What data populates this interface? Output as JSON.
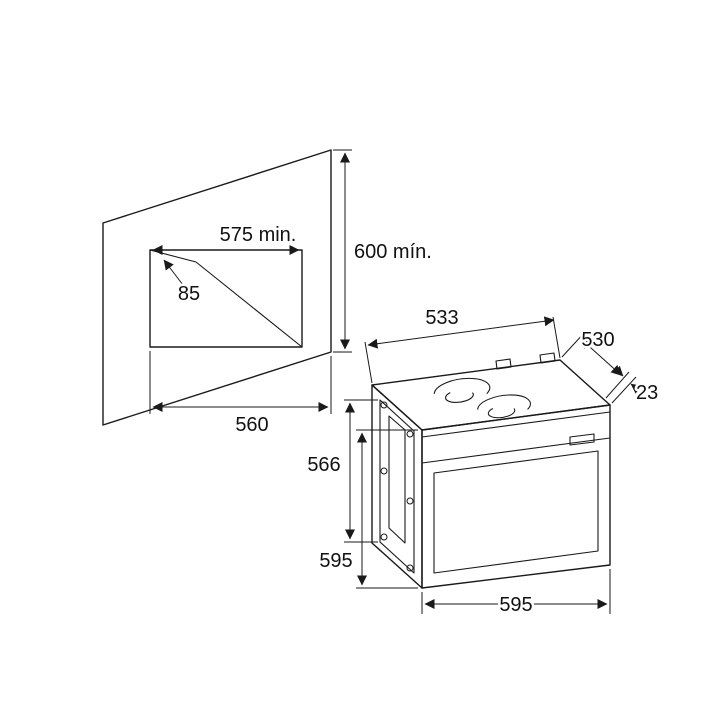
{
  "colors": {
    "line": "#1a1a1a",
    "background": "#ffffff"
  },
  "cabinet": {
    "width_min": "575 min.",
    "height_min": "600 mín.",
    "corner_offset": "85",
    "base_width": "560"
  },
  "oven": {
    "top_width": "533",
    "top_depth": "530",
    "front_overhang": "23",
    "frame_height": "566",
    "front_height": "595",
    "front_width": "595"
  }
}
